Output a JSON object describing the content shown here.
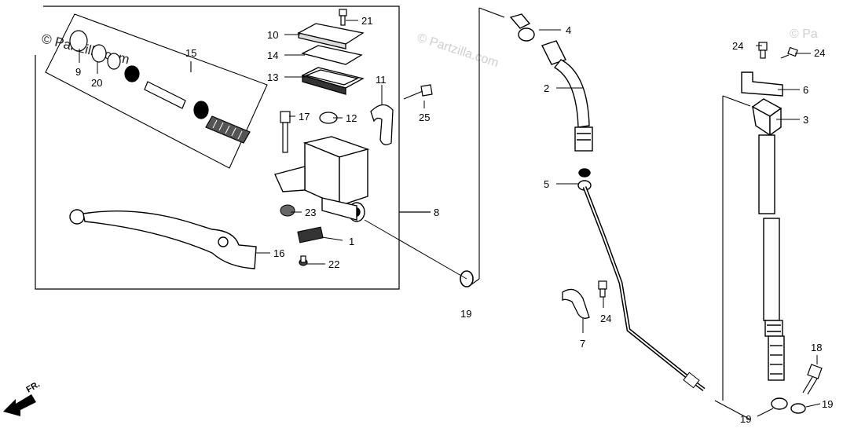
{
  "watermark": {
    "main": "© Partzilla.com",
    "faint_1": "© Partzilla.com",
    "faint_2": "© Pa"
  },
  "direction_label": "FR.",
  "parts": [
    {
      "id": "p1",
      "label": "1"
    },
    {
      "id": "p2",
      "label": "2"
    },
    {
      "id": "p3",
      "label": "3"
    },
    {
      "id": "p4",
      "label": "4"
    },
    {
      "id": "p5",
      "label": "5"
    },
    {
      "id": "p6",
      "label": "6"
    },
    {
      "id": "p7",
      "label": "7"
    },
    {
      "id": "p8",
      "label": "8"
    },
    {
      "id": "p9",
      "label": "9"
    },
    {
      "id": "p10",
      "label": "10"
    },
    {
      "id": "p11",
      "label": "11"
    },
    {
      "id": "p12",
      "label": "12"
    },
    {
      "id": "p13",
      "label": "13"
    },
    {
      "id": "p14",
      "label": "14"
    },
    {
      "id": "p15",
      "label": "15"
    },
    {
      "id": "p16",
      "label": "16"
    },
    {
      "id": "p17",
      "label": "17"
    },
    {
      "id": "p18",
      "label": "18"
    },
    {
      "id": "p19a",
      "label": "19"
    },
    {
      "id": "p19b",
      "label": "19"
    },
    {
      "id": "p19c",
      "label": "19"
    },
    {
      "id": "p20",
      "label": "20"
    },
    {
      "id": "p21",
      "label": "21"
    },
    {
      "id": "p22",
      "label": "22"
    },
    {
      "id": "p23",
      "label": "23"
    },
    {
      "id": "p24a",
      "label": "24"
    },
    {
      "id": "p24b",
      "label": "24"
    },
    {
      "id": "p24c",
      "label": "24"
    },
    {
      "id": "p25",
      "label": "25"
    }
  ]
}
